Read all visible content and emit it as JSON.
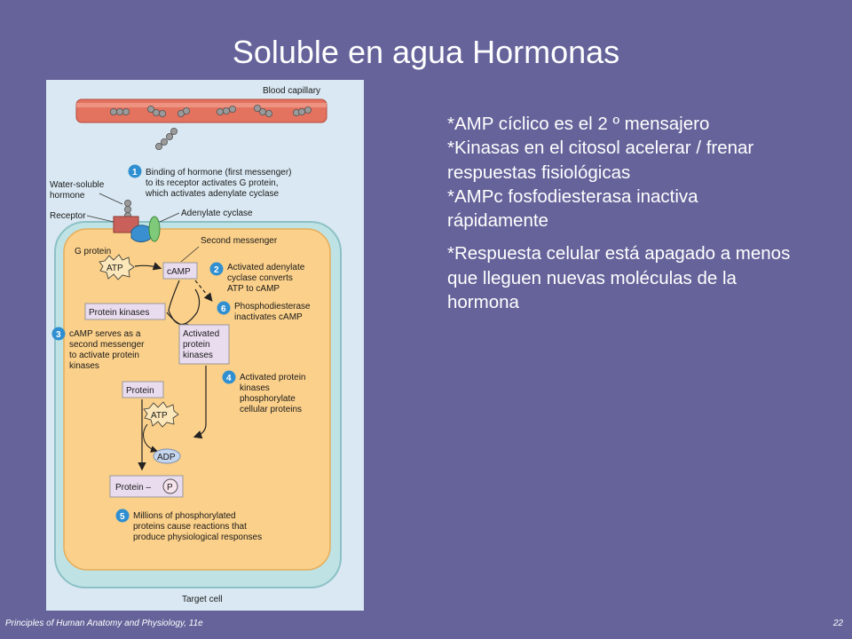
{
  "slide": {
    "title": "Soluble en agua Hormonas",
    "bullets": [
      "*AMP cíclico es el 2 º mensajero",
      "*Kinasas en el citosol acelerar / frenar respuestas fisiológicas",
      "*AMPc fosfodiesterasa inactiva rápidamente",
      "*Respuesta celular está apagado a menos que lleguen nuevas moléculas de la hormona"
    ],
    "footer_left": "Principles of Human Anatomy and Physiology, 11e",
    "footer_right": "22"
  },
  "diagram": {
    "labels": {
      "blood_capillary": "Blood capillary",
      "water_soluble_1": "Water-soluble",
      "water_soluble_2": "hormone",
      "receptor": "Receptor",
      "adenylate_cyclase": "Adenylate cyclase",
      "g_protein": "G protein",
      "second_messenger": "Second messenger",
      "atp": "ATP",
      "camp": "cAMP",
      "protein_kinases": "Protein kinases",
      "activated_pk_1": "Activated",
      "activated_pk_2": "protein",
      "activated_pk_3": "kinases",
      "protein": "Protein",
      "atp2": "ATP",
      "adp": "ADP",
      "protein_p": "Protein –",
      "p": "P",
      "target_cell": "Target cell"
    },
    "steps": [
      {
        "num": "1",
        "lines": [
          "Binding of hormone (first messenger)",
          "to its receptor activates G protein,",
          "which activates adenylate cyclase"
        ]
      },
      {
        "num": "2",
        "lines": [
          "Activated adenylate",
          "cyclase converts",
          "ATP to cAMP"
        ]
      },
      {
        "num": "3",
        "lines": [
          "cAMP serves as a",
          "second messenger",
          "to activate protein",
          "kinases"
        ]
      },
      {
        "num": "4",
        "lines": [
          "Activated protein",
          "kinases",
          "phosphorylate",
          "cellular proteins"
        ]
      },
      {
        "num": "5",
        "lines": [
          "Millions of phosphorylated",
          "proteins cause reactions that",
          "produce physiological responses"
        ]
      },
      {
        "num": "6",
        "lines": [
          "Phosphodiesterase",
          "inactivates cAMP"
        ]
      }
    ],
    "colors": {
      "panel_bg": "#d9e8f2",
      "cell_outer": "#bfe3e4",
      "cytoplasm": "#fbd08a",
      "capillary": "#e3725f",
      "step_circle": "#2f8fd0",
      "label_box": "#e9dcef"
    }
  }
}
